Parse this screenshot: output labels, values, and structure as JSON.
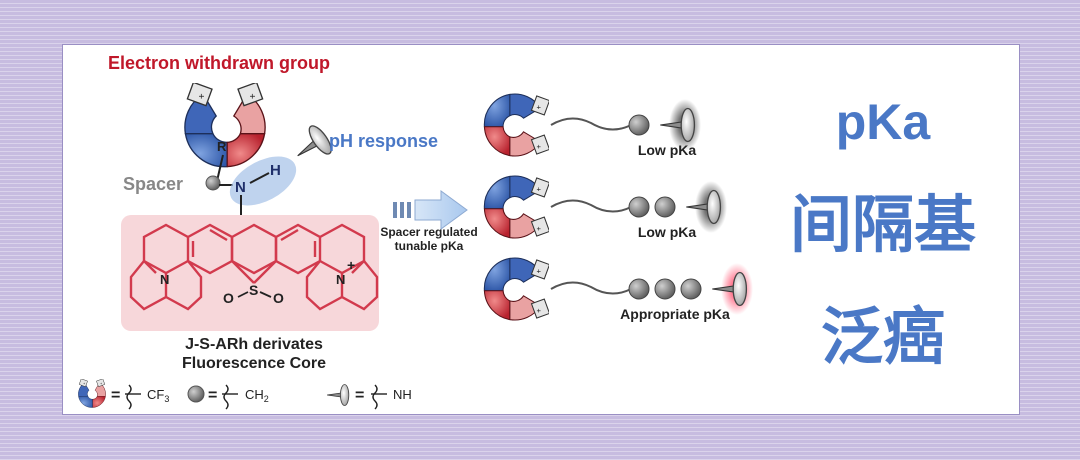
{
  "header": "Electron withdrawn group",
  "ph_response": "pH response",
  "spacer": "Spacer",
  "atom_R": "R",
  "atom_N": "N",
  "atom_H": "H",
  "atom_S": "S",
  "atom_O": "O",
  "plus": "+",
  "arrow": {
    "line1": "Spacer  regulated",
    "line2": "tunable pKa"
  },
  "core": {
    "line1": "J-S-ARh derivates",
    "line2": "Fluorescence Core"
  },
  "probes": [
    {
      "label": "Low pKa",
      "beads": 1
    },
    {
      "label": "Low pKa",
      "beads": 2
    },
    {
      "label": "Appropriate pKa",
      "beads": 3
    }
  ],
  "legend": {
    "eq": "=",
    "cf3": "CF",
    "cf3_sub": "3",
    "ch2": "CH",
    "ch2_sub": "2",
    "nh": "NH"
  },
  "side_title": {
    "line1": "pKa",
    "line2": "间隔基",
    "line3": "泛癌"
  },
  "colors": {
    "accent_red": "#c0182a",
    "accent_blue": "#4a78c6",
    "core_red": "#d23a4d"
  }
}
